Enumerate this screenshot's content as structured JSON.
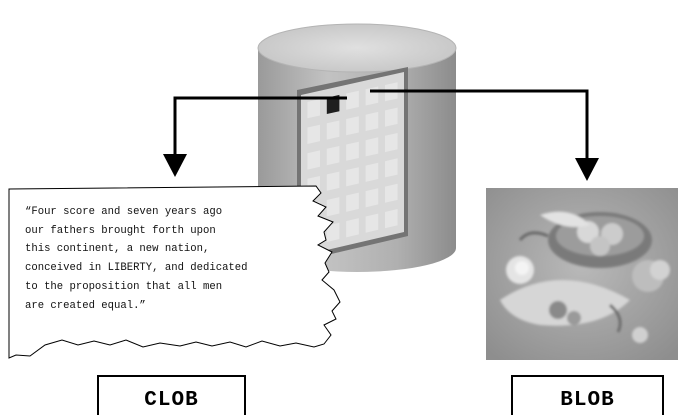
{
  "clob": {
    "label": "CLOB",
    "text_lines": [
      "“Four score and seven years ago",
      "our fathers brought forth upon",
      "this continent, a new nation,",
      "conceived in LIBERTY, and dedicated",
      "to the proposition that all men",
      "are created equal.”"
    ]
  },
  "blob": {
    "label": "BLOB"
  },
  "database": {
    "grid_rows": 6,
    "grid_cols": 5
  },
  "colors": {
    "cylinder_front": "#a8a8a8",
    "cylinder_top": "#cfcfcf",
    "table_frame": "#7a7a7a",
    "table_cell": "#e6e6e6",
    "highlighted_cell": "#1e1e1e",
    "arrow": "#000000"
  }
}
